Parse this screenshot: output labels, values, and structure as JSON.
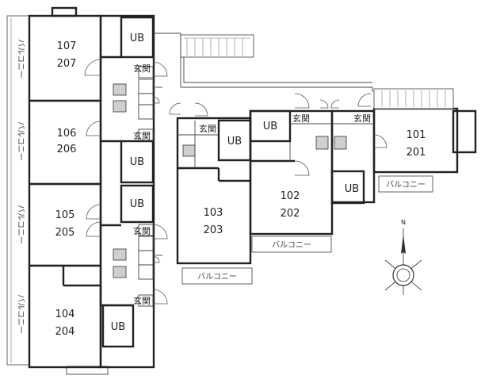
{
  "units": {
    "u107": "107",
    "u207": "207",
    "u106": "106",
    "u206": "206",
    "u105": "105",
    "u205": "205",
    "u104": "104",
    "u204": "204",
    "u103": "103",
    "u203": "203",
    "u102": "102",
    "u202": "202",
    "u101": "101",
    "u201": "201"
  },
  "labels": {
    "bath": "UB",
    "entrance": "玄関",
    "balcony": "バルコニー"
  },
  "compass": {
    "north": "N"
  },
  "colors": {
    "wall": "#222222",
    "fixture": "#cfcfcf"
  }
}
